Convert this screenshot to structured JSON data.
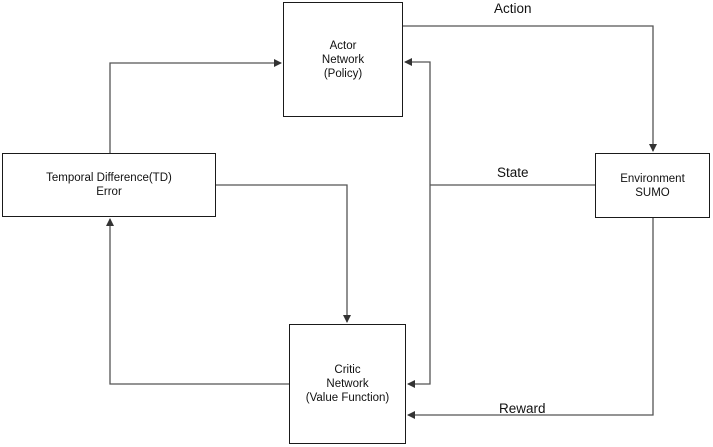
{
  "nodes": {
    "actor": {
      "lines": [
        "Actor",
        "Network",
        "(Policy)"
      ]
    },
    "td": {
      "lines": [
        "Temporal Difference(TD)",
        "Error"
      ]
    },
    "env": {
      "lines": [
        "Environment",
        "SUMO"
      ]
    },
    "critic": {
      "lines": [
        "Critic",
        "Network",
        "(Value Function)"
      ]
    }
  },
  "edges": {
    "action": "Action",
    "state": "State",
    "reward": "Reward"
  },
  "colors": {
    "line": "#555555",
    "box_border": "#1a1a1a"
  }
}
